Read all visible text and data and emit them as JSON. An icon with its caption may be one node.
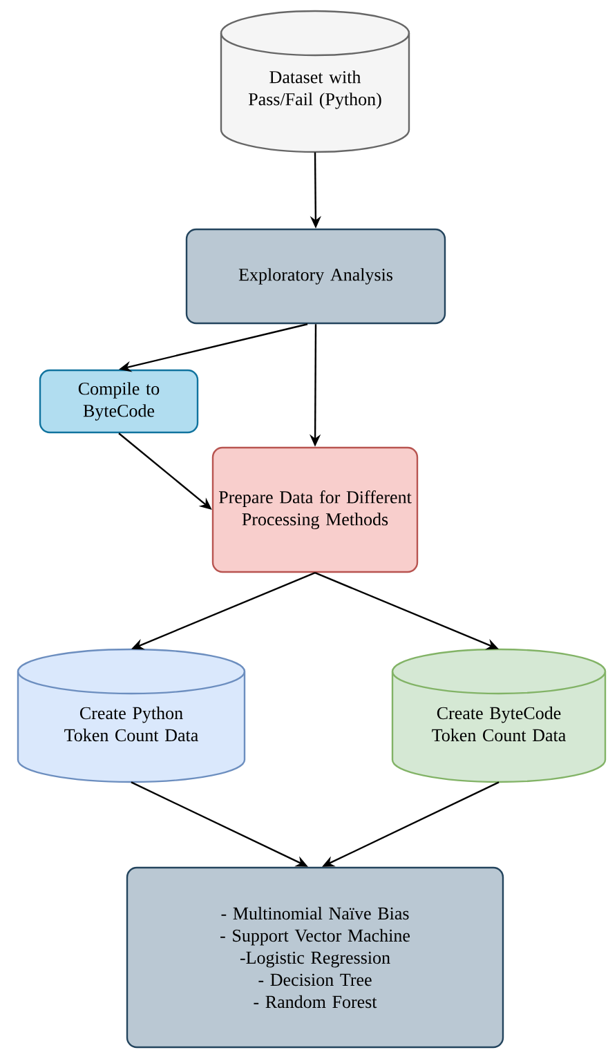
{
  "diagram": {
    "nodes": [
      {
        "text": [
          "Dataset with Pass/Fail (Python)"
        ]
      },
      {
        "text": [
          "Exploratory Analysis"
        ]
      },
      {
        "text": [
          "Compile to ByteCode"
        ]
      },
      {
        "text": [
          "Prepare Data for Different Processing Methods"
        ]
      },
      {
        "text": [
          "Create Python Token Count Data"
        ]
      },
      {
        "text": [
          "Create ByteCode Token Count Data"
        ]
      },
      {
        "text": [
          "- Multinomial Naïve Bias",
          "- Support Vector Machine",
          "-Logistic Regression",
          "- Decision Tree",
          "- Random Forest"
        ]
      }
    ],
    "edges": [
      {
        "from": 0,
        "to": 1,
        "arrow": "to"
      },
      {
        "from": 1,
        "to": 2,
        "arrow": "to"
      },
      {
        "from": 1,
        "to": 3,
        "arrow": "to"
      },
      {
        "from": 2,
        "to": 3,
        "arrow": "to"
      },
      {
        "from": 3,
        "to": 4,
        "arrow": "to"
      },
      {
        "from": 3,
        "to": 5,
        "arrow": "to"
      },
      {
        "from": 4,
        "to": 6,
        "arrow": "to"
      },
      {
        "from": 5,
        "to": 6,
        "arrow": "to"
      }
    ]
  }
}
